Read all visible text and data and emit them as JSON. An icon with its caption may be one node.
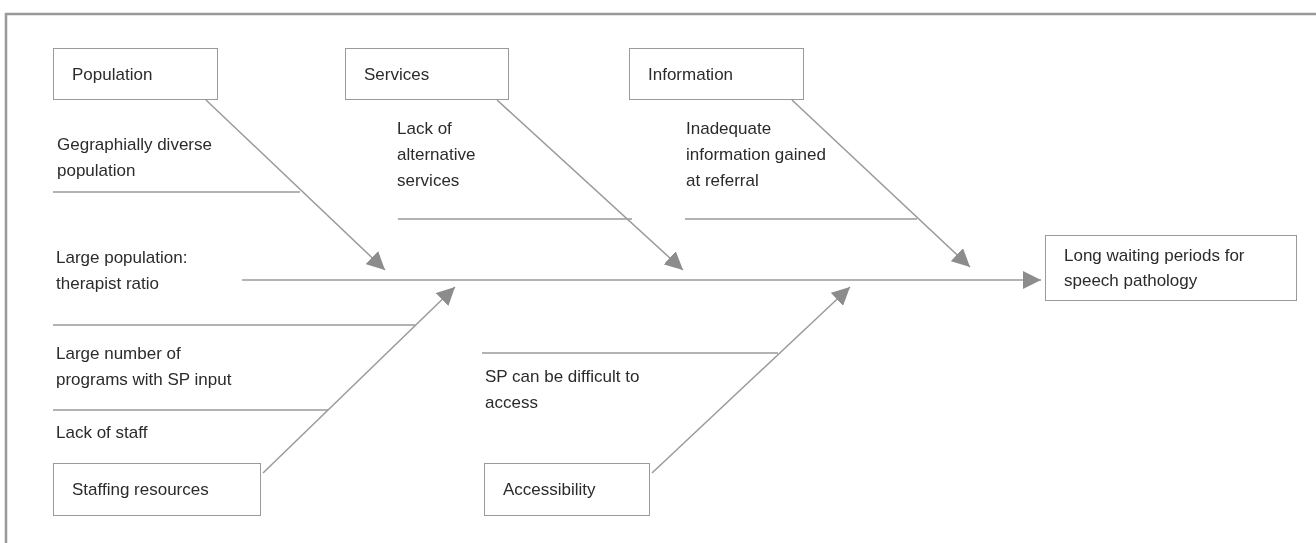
{
  "diagram": {
    "nodes": [
      {
        "text": [
          "Population"
        ]
      },
      {
        "text": [
          "Services"
        ]
      },
      {
        "text": [
          "Information"
        ]
      },
      {
        "text": [
          "Long waiting periods for speech pathology"
        ]
      },
      {
        "text": [
          "Staffing resources"
        ]
      },
      {
        "text": [
          "Accessibility"
        ]
      }
    ],
    "edges": [
      {
        "from": null,
        "to": 3,
        "arrow": "to"
      },
      {
        "from": 0,
        "to": null,
        "arrow": "to"
      },
      {
        "from": 1,
        "to": null,
        "arrow": "to"
      },
      {
        "from": 2,
        "to": null,
        "arrow": "to"
      },
      {
        "from": 4,
        "to": null,
        "arrow": "to"
      },
      {
        "from": 5,
        "to": null,
        "arrow": "to"
      }
    ],
    "labels": [
      "Gegraphially diverse population",
      "Lack of alternative services",
      "Inadequate information gained at referral",
      "Large population: therapist ratio",
      "Large number of programs with SP input",
      "SP can be difficult to access",
      "Lack of staff"
    ]
  }
}
